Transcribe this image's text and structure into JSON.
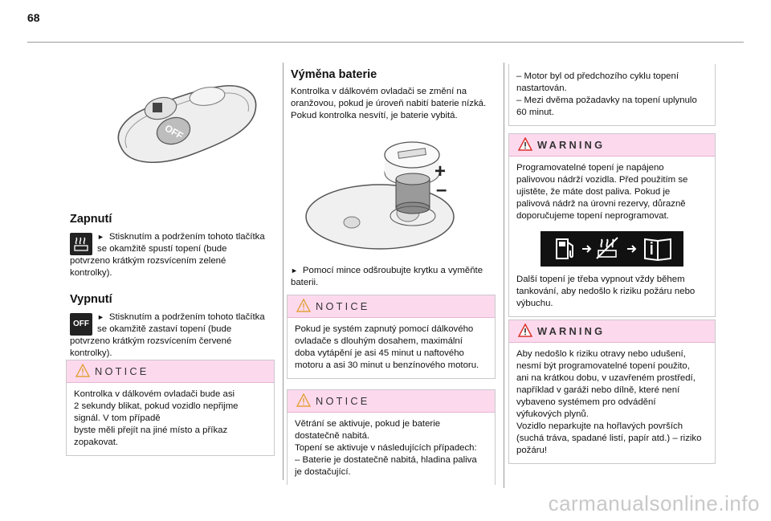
{
  "page": {
    "number": "68"
  },
  "col1": {
    "zapnuti_title": "Zapnutí",
    "zapnuti_text_a": "Stisknutím a podržením tohoto tlačítka",
    "zapnuti_text_b": "se okamžitě spustí topení (bude",
    "zapnuti_text_c": "potvrzeno krátkým rozsvícením zelené",
    "zapnuti_text_d": "kontrolky).",
    "vypnuti_title": "Vypnutí",
    "off_icon_label": "OFF",
    "vypnuti_text_a": "Stisknutím a podržením tohoto tlačítka",
    "vypnuti_text_b": "se okamžitě zastaví topení (bude",
    "vypnuti_text_c": "potvrzeno krátkým rozsvícením červené",
    "vypnuti_text_d": "kontrolky).",
    "notice_title": "NOTICE",
    "notice_lines": [
      "Kontrolka v dálkovém ovladači bude asi",
      "2 sekundy blikat, pokud vozidlo nepřijme",
      "signál. V tom případě",
      "byste měli přejít na jiné místo a příkaz",
      "zopakovat."
    ],
    "remote_off_label": "OFF"
  },
  "col2": {
    "title": "Výměna baterie",
    "intro_lines": [
      "Kontrolka v dálkovém ovladači se změní na",
      "oranžovou, pokud je úroveň nabití baterie nízká.",
      "Pokud kontrolka nesvítí, je baterie vybitá."
    ],
    "plus": "+",
    "minus": "–",
    "step_a": "Pomocí mince odšroubujte krytku a vyměňte",
    "step_b": "baterii.",
    "notice1_title": "NOTICE",
    "notice1_lines": [
      "Pokud je systém zapnutý pomocí dálkového",
      "ovladače s dlouhým dosahem, maximální",
      "doba vytápění je asi 45 minut u naftového",
      "motoru a asi 30 minut u benzínového motoru."
    ],
    "notice2_title": "NOTICE",
    "notice2_lines": [
      "Větrání se aktivuje, pokud je baterie",
      "dostatečně nabitá.",
      "Topení se aktivuje v následujících případech:",
      "–  Baterie je dostatečně nabitá, hladina paliva",
      "je dostačující."
    ]
  },
  "col3": {
    "cont_lines": [
      "–  Motor byl od předchozího cyklu topení",
      "nastartován.",
      "–  Mezi dvěma požadavky na topení uplynulo",
      "60 minut."
    ],
    "warning1_title": "WARNING",
    "warning1_lines": [
      "Programovatelné topení je napájeno",
      "palivovou nádrží vozidla. Před použitím se",
      "ujistěte, že máte dost paliva. Pokud je",
      "palivová nádrž na úrovni rezervy, důrazně",
      "doporučujeme topení neprogramovat."
    ],
    "warning1_after": [
      "Další topení je třeba vypnout vždy během",
      "tankování, aby nedošlo k riziku požáru nebo",
      "výbuchu."
    ],
    "warning2_title": "WARNING",
    "warning2_lines": [
      "Aby nedošlo k riziku otravy nebo udušení,",
      "nesmí být programovatelné topení použito,",
      "ani na krátkou dobu, v uzavřeném prostředí,",
      "například v garáži nebo dílně, které není",
      "vybaveno systémem pro odvádění",
      "výfukových plynů.",
      "Vozidlo neparkujte na hořlavých površích",
      "(suchá tráva, spadané listí, papír atd.) – riziko",
      "požáru!"
    ]
  },
  "footer": {
    "watermark": "carmanualsonline.info"
  }
}
